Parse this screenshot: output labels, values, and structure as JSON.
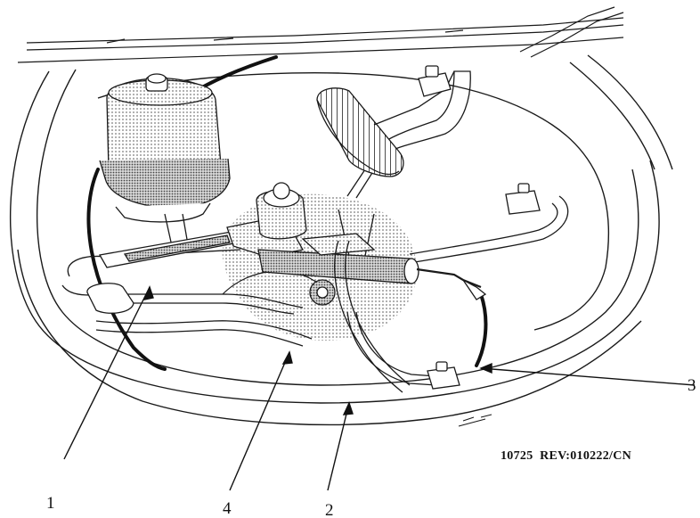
{
  "callouts": [
    {
      "label": "1"
    },
    {
      "label": "4"
    },
    {
      "label": "2"
    },
    {
      "label": "3"
    }
  ],
  "reference": "10725  REV:010222/CN",
  "colors": {
    "ink": "#1a1a1a",
    "stipple": "#9a9a9a",
    "paper": "#ffffff"
  }
}
